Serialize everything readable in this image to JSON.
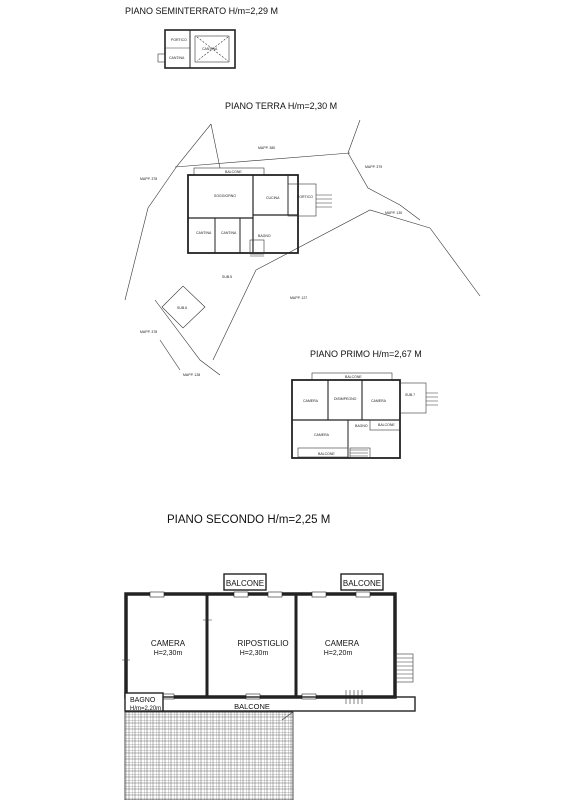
{
  "titles": {
    "basement": "PIANO SEMINTERRATO H/m=2,29 M",
    "ground": "PIANO TERRA H/m=2,30 M",
    "first": "PIANO PRIMO H/m=2,67 M",
    "second": "PIANO SECONDO H/m=2,25 M"
  },
  "basement": {
    "portico": "PORTICO",
    "cantina_main": "CANTINA",
    "cantina_side": "CANTINA"
  },
  "ground": {
    "balcone": "BALCONE",
    "soggiorno": "SOGGIORNO",
    "cucina": "CUCINA",
    "portico": "PORTICO",
    "cantina1": "CANTINA",
    "cantina2": "CANTINA",
    "bagno": "BAGNO",
    "sub": "SUB.5",
    "sub2": "SUB.6",
    "mapp_380": "MAPP. 380",
    "mapp_378a": "MAPP. 378",
    "mapp_379": "MAPP. 379",
    "mapp_130": "MAPP. 130",
    "mapp_127": "MAPP. 127",
    "mapp_378b": "MAPP. 378",
    "mapp_128": "MAPP. 128"
  },
  "first": {
    "balcone_top": "BALCONE",
    "camera1": "CAMERA",
    "disimpegno": "DISIMPEGNO",
    "camera2": "CAMERA",
    "camera3": "CAMERA",
    "bagno": "BAGNO",
    "balcone_right": "BALCONE",
    "balcone_bottom": "BALCONE",
    "sub": "SUB.7"
  },
  "second": {
    "balcone_top_left": "BALCONE",
    "balcone_top_right": "BALCONE",
    "camera_left": "CAMERA",
    "camera_left_h": "H=2,30m",
    "ripostiglio": "RIPOSTIGLIO",
    "ripostiglio_h": "H=2,30m",
    "camera_right": "CAMERA",
    "camera_right_h": "H=2,20m",
    "bagno": "BAGNO",
    "bagno_h": "H/m=2,20m",
    "balcone_bottom": "BALCONE"
  }
}
